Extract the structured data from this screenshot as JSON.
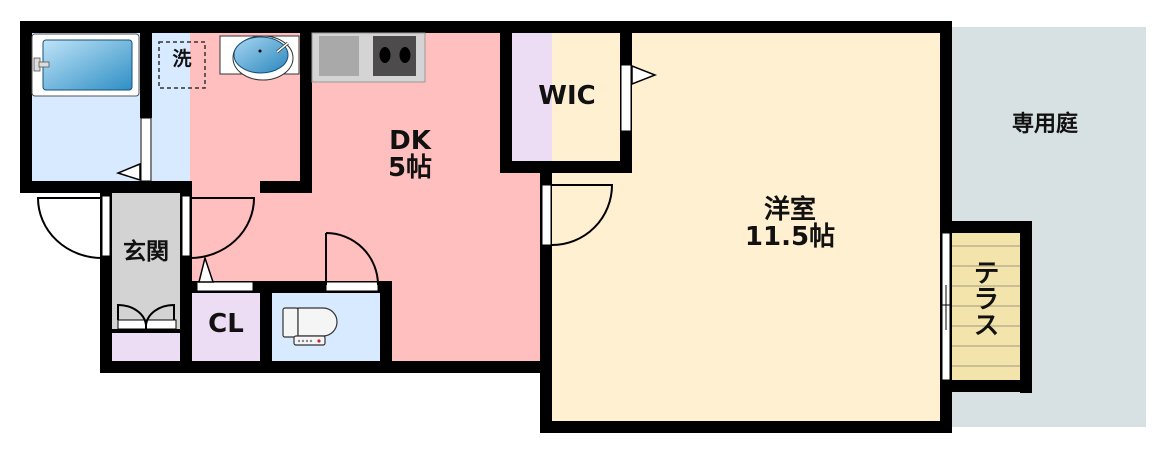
{
  "floorplan": {
    "rooms": {
      "dk": {
        "name": "DK",
        "size": "5帖",
        "color": "#ffbfbf"
      },
      "youshitsu": {
        "name": "洋室",
        "size": "11.5帖",
        "color": "#fef0d0"
      },
      "wic": {
        "name": "WIC",
        "color": "#ecdcf4"
      },
      "genkan": {
        "name": "玄関",
        "color": "#d3d3d3"
      },
      "cl": {
        "name": "CL",
        "color": "#ecdcf4"
      },
      "bath": {
        "color": "#d8eaff"
      },
      "washroom": {
        "color": "#d8eaff",
        "washer_label": "洗"
      },
      "toilet": {
        "color": "#d8eaff"
      },
      "garden": {
        "name": "専用庭",
        "color": "#d7e0e3"
      },
      "terrace": {
        "name": "テラス",
        "color": "#f3e4ab"
      }
    },
    "fixtures": [
      "bathtub-icon",
      "washing-machine-icon",
      "washbasin-icon",
      "sink-icon",
      "stove-icon",
      "toilet-icon",
      "shoe-cabinet-icon"
    ],
    "colors": {
      "wall": "#000000",
      "door_leaf": "#ffffff"
    }
  }
}
